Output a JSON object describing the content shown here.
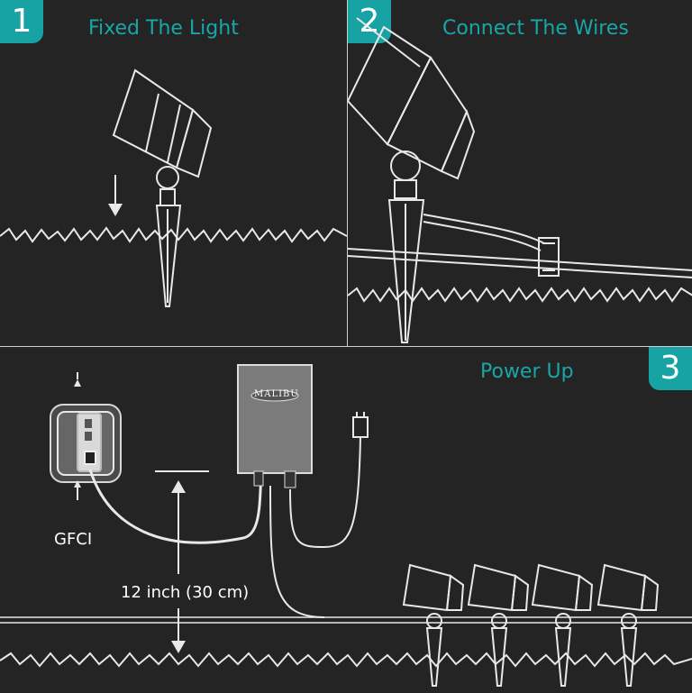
{
  "steps": [
    {
      "number": "1",
      "title": "Fixed The Light"
    },
    {
      "number": "2",
      "title": "Connect The Wires"
    },
    {
      "number": "3",
      "title": "Power Up"
    }
  ],
  "labels": {
    "gfci": "GFCI",
    "distance": "12 inch (30 cm)",
    "brand": "MALIBU"
  },
  "colors": {
    "accent": "#17a3a3",
    "background": "#242424",
    "line": "#e8e8e8"
  }
}
